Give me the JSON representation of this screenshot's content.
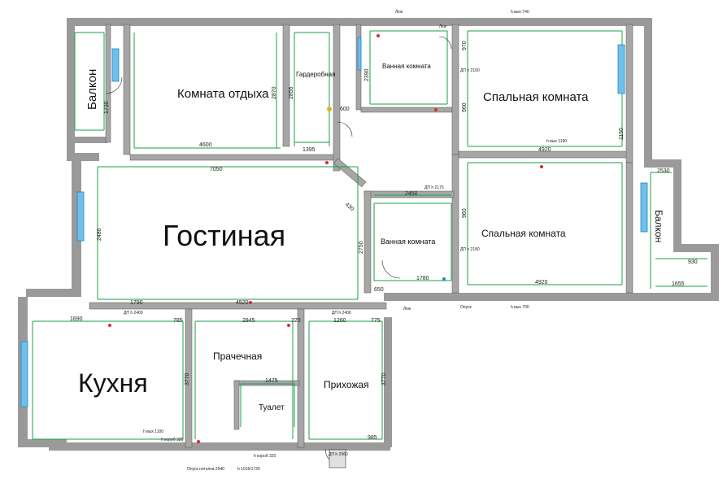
{
  "rooms": {
    "rest_room": "Комната отдыха",
    "wardrobe": "Гардеробная",
    "bathroom_top": "Ванная комната",
    "bedroom_top": "Спальная комната",
    "living_room": "Гостиная",
    "bathroom_mid": "Ванная комната",
    "bedroom_mid": "Спальная комната",
    "kitchen": "Кухня",
    "laundry": "Прачечная",
    "toilet": "Туалет",
    "hallway": "Прихожая",
    "balcony_left": "Балкон",
    "balcony_right": "Балкон"
  },
  "dimensions": {
    "d4600": "4600",
    "d7050": "7050",
    "d4920a": "4920",
    "d4920b": "4920",
    "d2450": "2450",
    "d1780": "1780",
    "d4520": "4520",
    "d1790": "1790",
    "d2845": "2845",
    "d1260": "1260",
    "d1475": "1475",
    "d1395": "1395",
    "d2750": "2750",
    "d3770a": "3770",
    "d3770b": "3770",
    "d2480": "2480",
    "d1690": "1690",
    "d1655": "1655",
    "d930": "930",
    "d785": "785",
    "d775": "775",
    "d650": "650",
    "d600": "600",
    "d985": "985",
    "d2870": "2870",
    "d2855": "2855",
    "d2390": "2390",
    "d1150": "1150",
    "d1730": "1730",
    "d970": "970",
    "d960": "960",
    "d960b": "960",
    "d2530": "2530",
    "d430": "430",
    "d320": "320"
  },
  "notes": {
    "n1": "ДП h 2400",
    "n2": "ДП h 2400",
    "n3": "ДП h 2160",
    "n4": "ДП h 2180",
    "n5": "ДП h 2175",
    "n6": "ДП h 2060",
    "n7": "h вых 740",
    "n8": "h вых 1190",
    "n9": "h вых 700",
    "n10": "Люк",
    "n11": "Люк",
    "n12": "h короб 320",
    "n13": "Опуск потолка 2540",
    "n14": "h короб 320",
    "n15": "h 1015/1720",
    "n16": "h вых 1100",
    "n17": "Люк",
    "n18": "Опуск"
  }
}
